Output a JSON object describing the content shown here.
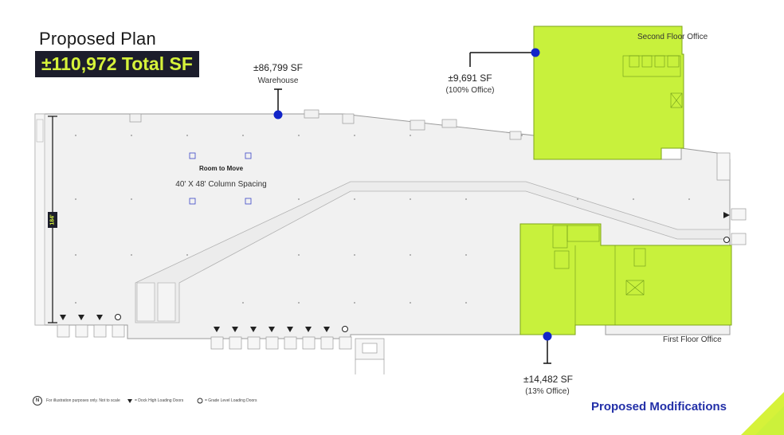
{
  "header": {
    "title": "Proposed Plan",
    "total_sf": "±110,972 Total SF"
  },
  "areas": {
    "warehouse": {
      "sf": "±86,799 SF",
      "use": "Warehouse"
    },
    "second_floor": {
      "sf": "±9,691 SF",
      "pct": "(100% Office)",
      "label": "Second Floor Office"
    },
    "first_floor": {
      "sf": "±14,482 SF",
      "pct": "(13% Office)",
      "label": "First Floor Office"
    }
  },
  "plan": {
    "room_title": "Room to Move",
    "column_spacing": "40' X 48' Column Spacing",
    "dimension": "184'"
  },
  "legend": {
    "north": "N",
    "note": "For illustration purposes only. Not to scale",
    "dock_doors": "= Dock High Loading Doors",
    "grade_doors": "= Grade Level Loading Doors"
  },
  "footer": {
    "title": "Proposed Modifications"
  },
  "colors": {
    "office_fill": "#c8f13c",
    "navy": "#1c1d2b",
    "accent_green": "#d6f23a",
    "marker_blue": "#1225c9",
    "mods_blue": "#2330a8"
  }
}
